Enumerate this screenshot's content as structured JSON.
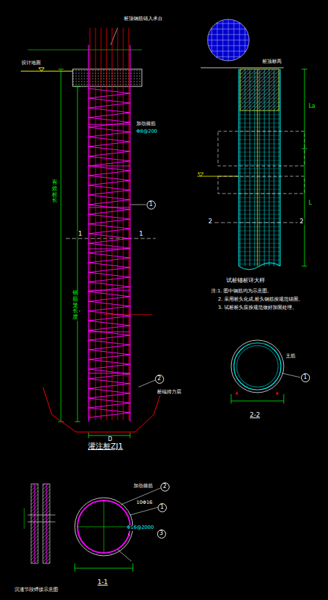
{
  "diagram": {
    "title": "灌注桩ZJ1",
    "nodes": [
      {
        "text": [
          "1"
        ]
      },
      {
        "text": [
          "2"
        ]
      },
      {
        "text": [
          "2"
        ]
      },
      {
        "text": [
          "1"
        ]
      },
      {
        "text": [
          "3"
        ]
      },
      {
        "text": [
          "1"
        ]
      }
    ],
    "labels": [
      "1",
      "1",
      "桩顶钢筋锚入承台",
      "设计地面",
      "有效桩长",
      "钢筋笼长度",
      "加劲箍筋",
      "Φ8@200",
      "桩端持力层",
      "D",
      "试桩锚桩详大样",
      "注:1. 图中钢筋均为示意图。",
      "2. 采用桩头化成,桩头钢筋按规范锚固。",
      "3. 试桩桩头应按规范做好加固处理。",
      "2",
      "2",
      "2-2",
      "1-1",
      "沉渣节段焊接示意图",
      "Φ16@2000",
      "10Φ16",
      "加劲箍筋",
      "主筋",
      "La",
      "L",
      "桩顶标高"
    ]
  }
}
